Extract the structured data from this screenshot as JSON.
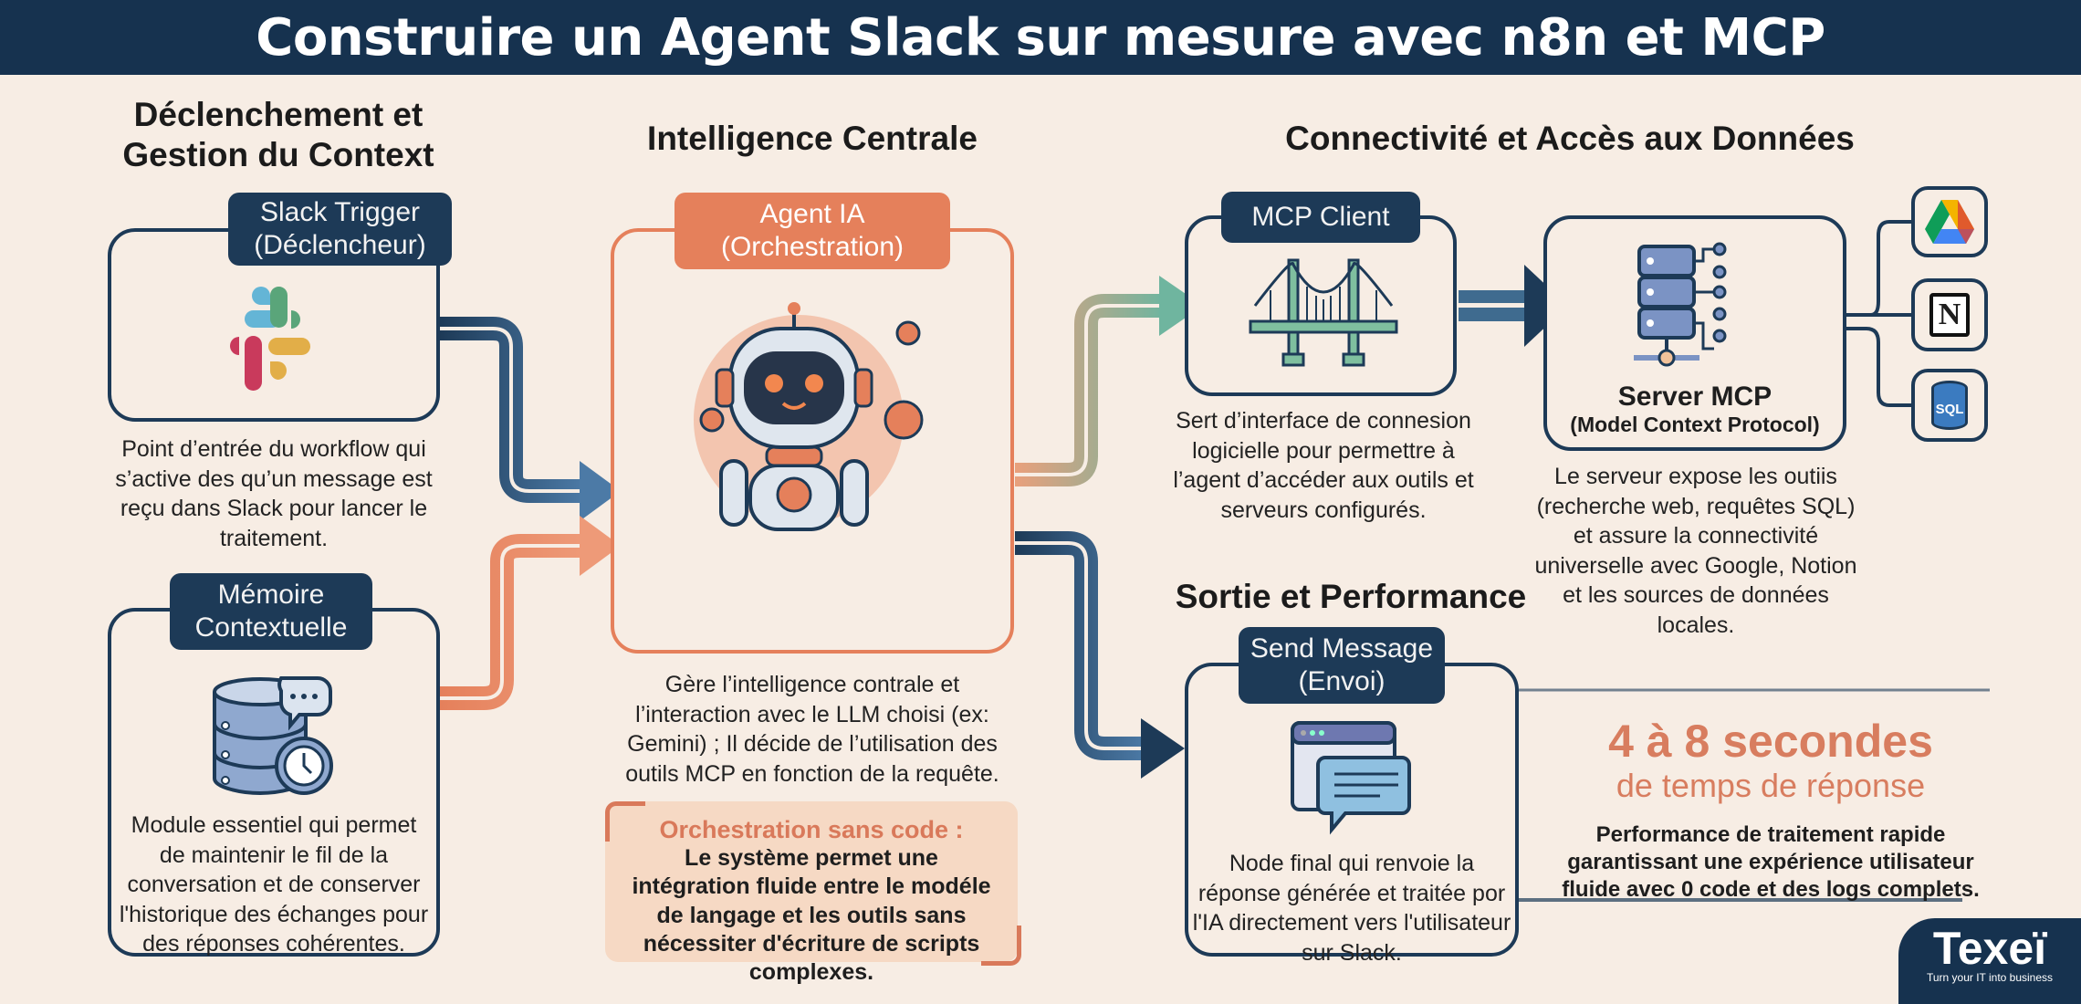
{
  "title": "Construire un Agent Slack sur mesure avec n8n et MCP",
  "sections": {
    "trigger": {
      "heading_l1": "Déclenchement et",
      "heading_l2": "Gestion du Context"
    },
    "central": {
      "heading": "Intelligence Centrale"
    },
    "connectivity": {
      "heading": "Connectivité et Accès aux Données"
    },
    "output": {
      "heading": "Sortie et Performance"
    }
  },
  "nodes": {
    "slack_trigger": {
      "label_l1": "Slack Trigger",
      "label_l2": "(Déclencheur)",
      "icon": "slack-logo-icon",
      "desc": "Point d’entrée du workflow qui s’active des qu’un message est reçu dans Slack pour lancer le traitement."
    },
    "memory": {
      "label_l1": "Mémoire",
      "label_l2": "Contextuelle",
      "icon": "database-clock-icon",
      "desc": "Module essentiel qui permet de maintenir le fil de la conversation et de conserver l'historique des échanges pour des réponses cohérentes."
    },
    "agent": {
      "label_l1": "Agent IA",
      "label_l2": "(Orchestration)",
      "icon": "robot-icon",
      "desc": "Gère l’intelligence contrale et l’interaction avec le LLM choisi (ex: Gemini) ; Il décide de l’utilisation des outils MCP en fonction de la requête."
    },
    "mcp_client": {
      "label": "MCP Client",
      "icon": "bridge-icon",
      "desc": "Sert d’interface de connesion logicielle pour permettre à l’agent d’accéder aux outils et serveurs configurés."
    },
    "mcp_server": {
      "label_l1": "Server MCP",
      "label_l2": "(Model Context Protocol)",
      "icon": "server-icon",
      "desc": "Le serveur expose les outiis (recherche web, requêtes SQL) et assure la connectivité universelle avec Google, Notion et les sources de données locales.",
      "tools": [
        {
          "icon": "google-drive-icon"
        },
        {
          "icon": "notion-icon",
          "text": "N"
        },
        {
          "icon": "sql-database-icon",
          "text": "SQL"
        }
      ]
    },
    "send": {
      "label_l1": "Send Message",
      "label_l2": "(Envoi)",
      "icon": "chat-window-icon",
      "desc": "Node final qui renvoie la réponse générée et traitée por l'IA directement vers l'utilisateur sur Slack."
    }
  },
  "callout": {
    "title": "Orchestration sans code :",
    "body": "Le système permet une intégration fluide entre le modéle de langage et les outils sans nécessiter d'écriture de scripts complexes."
  },
  "metric": {
    "value": "4 à 8 secondes",
    "label": "de temps de réponse",
    "desc": "Performance de traitement rapide garantissant une expérience utilisateur fluide avec 0 code et des logs complets."
  },
  "logo": {
    "name": "Texeï",
    "tagline": "Turn your IT into business"
  },
  "colors": {
    "navy": "#1d3a57",
    "orange": "#e5805b",
    "teal": "#6fb59f",
    "bg": "#f7ede4"
  }
}
